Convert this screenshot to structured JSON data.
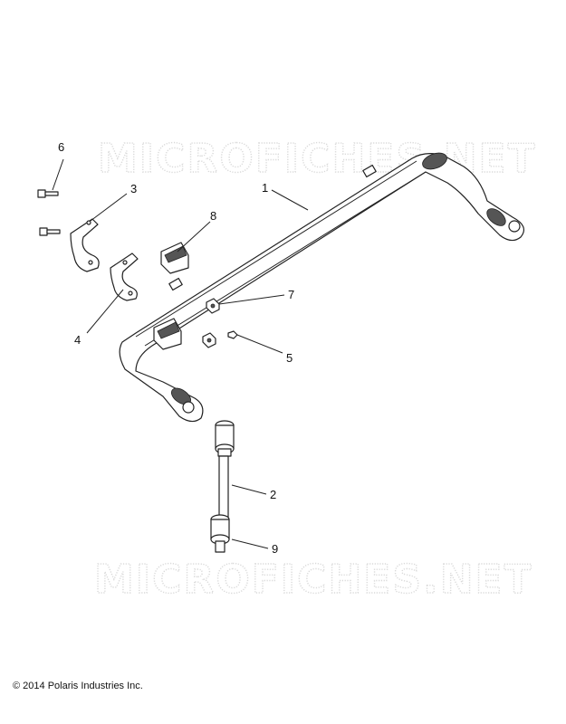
{
  "watermark": {
    "text": "MICROFICHES.NET"
  },
  "callouts": [
    {
      "id": "1",
      "label": "1"
    },
    {
      "id": "2",
      "label": "2"
    },
    {
      "id": "3",
      "label": "3"
    },
    {
      "id": "4",
      "label": "4"
    },
    {
      "id": "5",
      "label": "5"
    },
    {
      "id": "6",
      "label": "6"
    },
    {
      "id": "7",
      "label": "7"
    },
    {
      "id": "8",
      "label": "8"
    },
    {
      "id": "9",
      "label": "9"
    }
  ],
  "footer": {
    "copyright": "© 2014 Polaris Industries Inc."
  }
}
